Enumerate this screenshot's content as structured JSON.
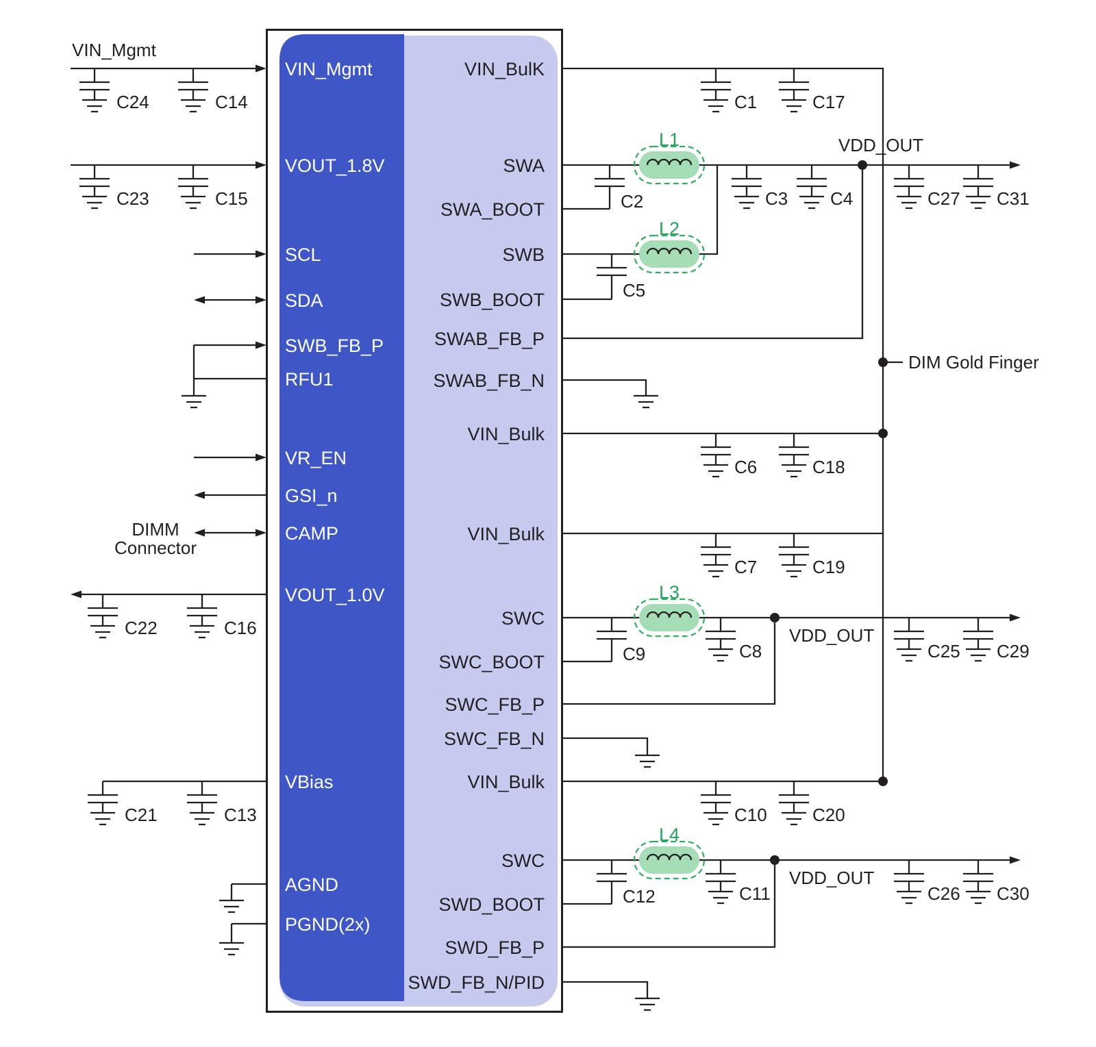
{
  "colors": {
    "ic_left_fill": "#3e56c6",
    "ic_right_fill": "#c6caee",
    "wire": "#231f20",
    "inductor_fill": "#a5ddb7",
    "inductor_outline": "#2eaf5d",
    "inductor_label": "#23a35b"
  },
  "ic": {
    "left_pins": [
      {
        "label": "VIN_Mgmt"
      },
      {
        "label": "VOUT_1.8V"
      },
      {
        "label": "SCL"
      },
      {
        "label": "SDA"
      },
      {
        "label": "SWB_FB_P"
      },
      {
        "label": "RFU1"
      },
      {
        "label": "VR_EN"
      },
      {
        "label": "GSI_n"
      },
      {
        "label": "CAMP"
      },
      {
        "label": "VOUT_1.0V"
      },
      {
        "label": "VBias"
      },
      {
        "label": "AGND"
      },
      {
        "label": "PGND(2x)"
      }
    ],
    "right_pins": [
      {
        "label": "VIN_BulK"
      },
      {
        "label": "SWA"
      },
      {
        "label": "SWA_BOOT"
      },
      {
        "label": "SWB"
      },
      {
        "label": "SWB_BOOT"
      },
      {
        "label": "SWAB_FB_P"
      },
      {
        "label": "SWAB_FB_N"
      },
      {
        "label": "VIN_Bulk"
      },
      {
        "label": "VIN_Bulk"
      },
      {
        "label": "SWC"
      },
      {
        "label": "SWC_BOOT"
      },
      {
        "label": "SWC_FB_P"
      },
      {
        "label": "SWC_FB_N"
      },
      {
        "label": "VIN_Bulk"
      },
      {
        "label": "SWC"
      },
      {
        "label": "SWD_BOOT"
      },
      {
        "label": "SWD_FB_P"
      },
      {
        "label": "SWD_FB_N/PID"
      }
    ]
  },
  "capacitors": [
    {
      "label": "C24"
    },
    {
      "label": "C14"
    },
    {
      "label": "C23"
    },
    {
      "label": "C15"
    },
    {
      "label": "C22"
    },
    {
      "label": "C16"
    },
    {
      "label": "C21"
    },
    {
      "label": "C13"
    },
    {
      "label": "C1"
    },
    {
      "label": "C17"
    },
    {
      "label": "C2"
    },
    {
      "label": "C3"
    },
    {
      "label": "C4"
    },
    {
      "label": "C27"
    },
    {
      "label": "C31"
    },
    {
      "label": "C5"
    },
    {
      "label": "C6"
    },
    {
      "label": "C18"
    },
    {
      "label": "C7"
    },
    {
      "label": "C19"
    },
    {
      "label": "C9"
    },
    {
      "label": "C8"
    },
    {
      "label": "C25"
    },
    {
      "label": "C29"
    },
    {
      "label": "C10"
    },
    {
      "label": "C20"
    },
    {
      "label": "C12"
    },
    {
      "label": "C11"
    },
    {
      "label": "C26"
    },
    {
      "label": "C30"
    }
  ],
  "inductors": [
    {
      "label": "L1"
    },
    {
      "label": "L2"
    },
    {
      "label": "L3"
    },
    {
      "label": "L4"
    }
  ],
  "nets": {
    "vin_mgmt": "VIN_Mgmt",
    "vdd_out_top": "VDD_OUT",
    "vdd_out_mid": "VDD_OUT",
    "vdd_out_low": "VDD_OUT",
    "dim_gold_finger": "DIM Gold Finger",
    "dimm_connector_line1": "DIMM",
    "dimm_connector_line2": "Connector"
  }
}
